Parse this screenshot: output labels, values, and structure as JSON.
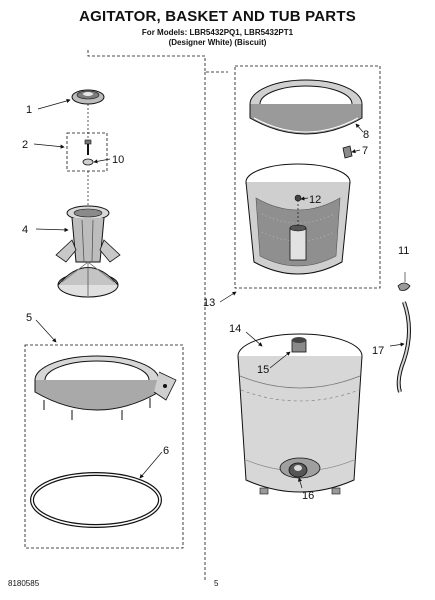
{
  "header": {
    "title": "AGITATOR, BASKET AND TUB PARTS",
    "models_line": "For Models: LBR5432PQ1, LBR5432PT1",
    "variants_line": "(Designer White)   (Biscuit)"
  },
  "footer": {
    "doc_number": "8180585",
    "page_number": "5"
  },
  "callouts": [
    {
      "id": "1"
    },
    {
      "id": "2"
    },
    {
      "id": "4"
    },
    {
      "id": "5"
    },
    {
      "id": "6"
    },
    {
      "id": "7"
    },
    {
      "id": "8"
    },
    {
      "id": "10"
    },
    {
      "id": "11"
    },
    {
      "id": "12"
    },
    {
      "id": "13"
    },
    {
      "id": "14"
    },
    {
      "id": "15"
    },
    {
      "id": "16"
    },
    {
      "id": "17"
    }
  ],
  "colors": {
    "ink": "#111111",
    "shade": "#9a9a9a",
    "light": "#d4d4d4",
    "paper": "#ffffff"
  }
}
